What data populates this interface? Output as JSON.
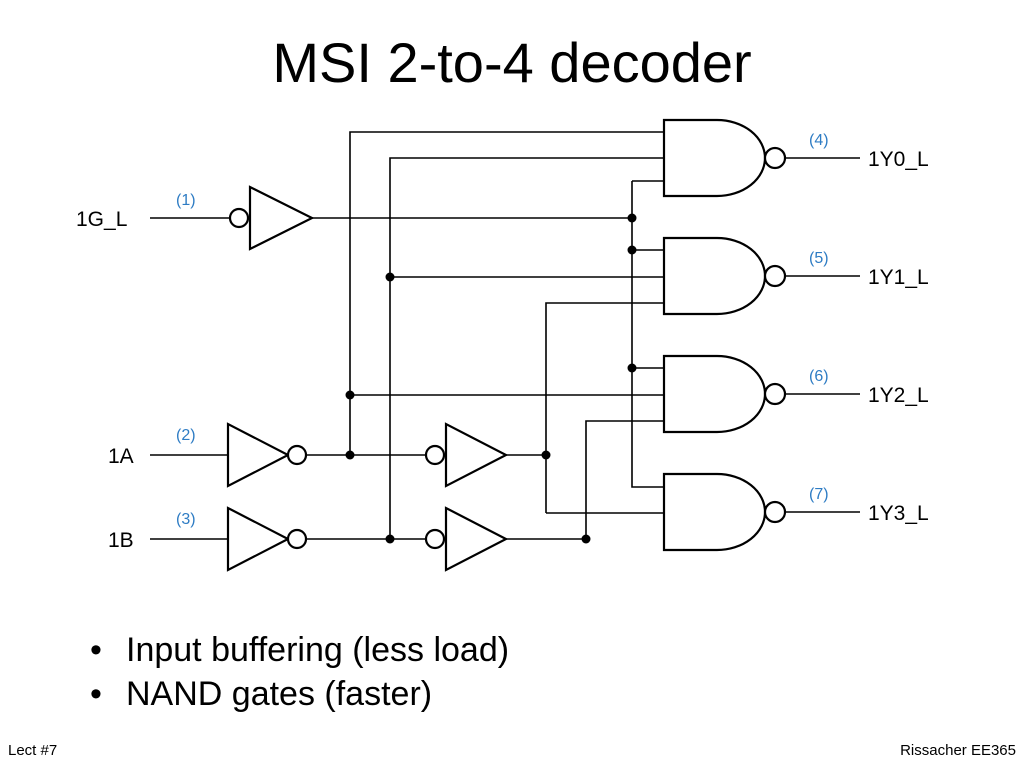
{
  "slide": {
    "title": "MSI 2-to-4 decoder",
    "bullets": [
      "Input buffering (less load)",
      "NAND gates (faster)"
    ],
    "footer_left": "Lect #7",
    "footer_right": "Rissacher EE365"
  },
  "diagram": {
    "inputs": [
      {
        "signal": "1G_L",
        "pin": "(1)"
      },
      {
        "signal": "1A",
        "pin": "(2)"
      },
      {
        "signal": "1B",
        "pin": "(3)"
      }
    ],
    "outputs": [
      {
        "signal": "1Y0_L",
        "pin": "(4)"
      },
      {
        "signal": "1Y1_L",
        "pin": "(5)"
      },
      {
        "signal": "1Y2_L",
        "pin": "(6)"
      },
      {
        "signal": "1Y3_L",
        "pin": "(7)"
      }
    ],
    "colors": {
      "pin_label": "#2e7cc4",
      "line": "#000000"
    }
  }
}
